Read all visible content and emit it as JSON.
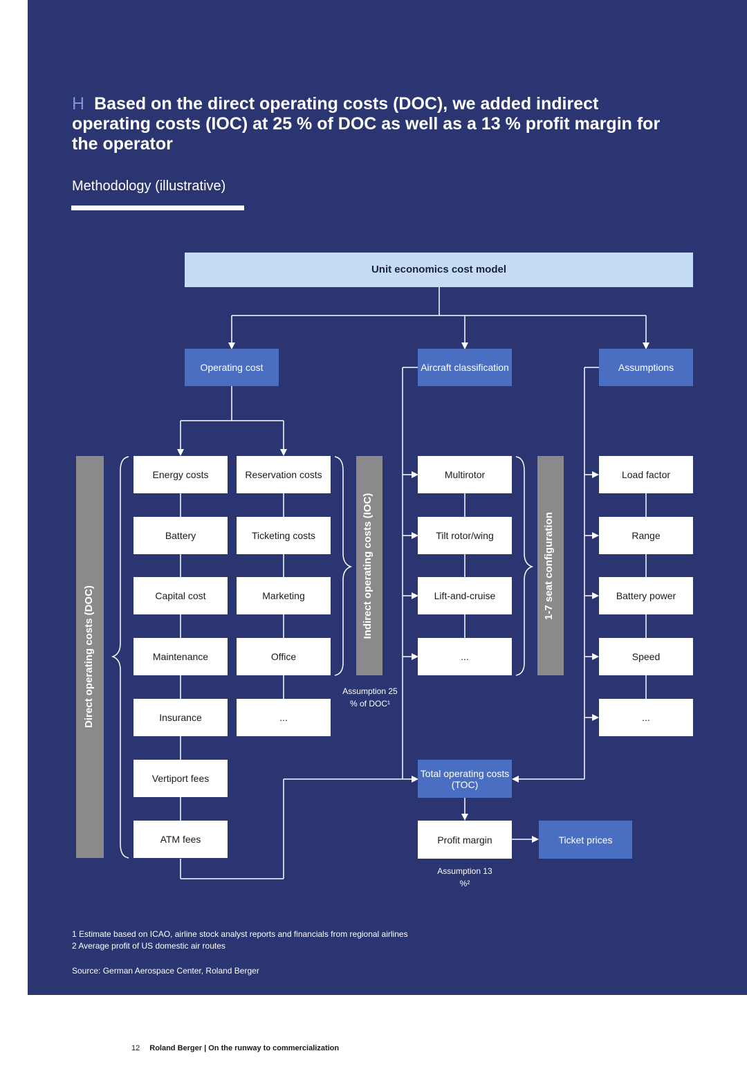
{
  "header": {
    "letter": "H",
    "title": "Based on the direct operating costs (DOC), we added indirect operating costs (IOC) at 25 % of DOC as well as a 13 % profit margin for the operator",
    "subtitle": "Methodology (illustrative)"
  },
  "diagram": {
    "root": "Unit economics cost model",
    "operating_cost": "Operating cost",
    "aircraft_classification": "Aircraft classification",
    "assumptions": "Assumptions",
    "doc_label": "Direct operating costs (DOC)",
    "ioc_label": "Indirect operating costs (IOC)",
    "seat_label": "1-7 seat configuration",
    "doc_items": [
      "Energy costs",
      "Battery",
      "Capital cost",
      "Maintenance",
      "Insurance",
      "Vertiport fees",
      "ATM fees"
    ],
    "ioc_items": [
      "Reservation costs",
      "Ticketing costs",
      "Marketing",
      "Office",
      "..."
    ],
    "aircraft_items": [
      "Multirotor",
      "Tilt rotor/wing",
      "Lift-and-cruise",
      "..."
    ],
    "assumption_items": [
      "Load factor",
      "Range",
      "Battery power",
      "Speed",
      "..."
    ],
    "ioc_assumption": "Assumption 25 % of DOC¹",
    "toc": "Total operating costs (TOC)",
    "profit_margin": "Profit margin",
    "ticket_prices": "Ticket prices",
    "profit_assumption": "Assumption 13 %²"
  },
  "footnotes": {
    "note1": "1 Estimate based on ICAO, airline stock analyst reports and financials from regional airlines",
    "note2": "2 Average profit of US domestic air routes",
    "source": "Source: German Aerospace Center, Roland Berger"
  },
  "page_footer": {
    "page_number": "12",
    "text": "Roland Berger | On the runway to commercialization"
  },
  "colors": {
    "background": "#2a3571",
    "box_blue": "#4a6ec2",
    "box_light": "#c4dcf4",
    "bar_gray": "#8a8a8a",
    "box_white": "#ffffff"
  }
}
